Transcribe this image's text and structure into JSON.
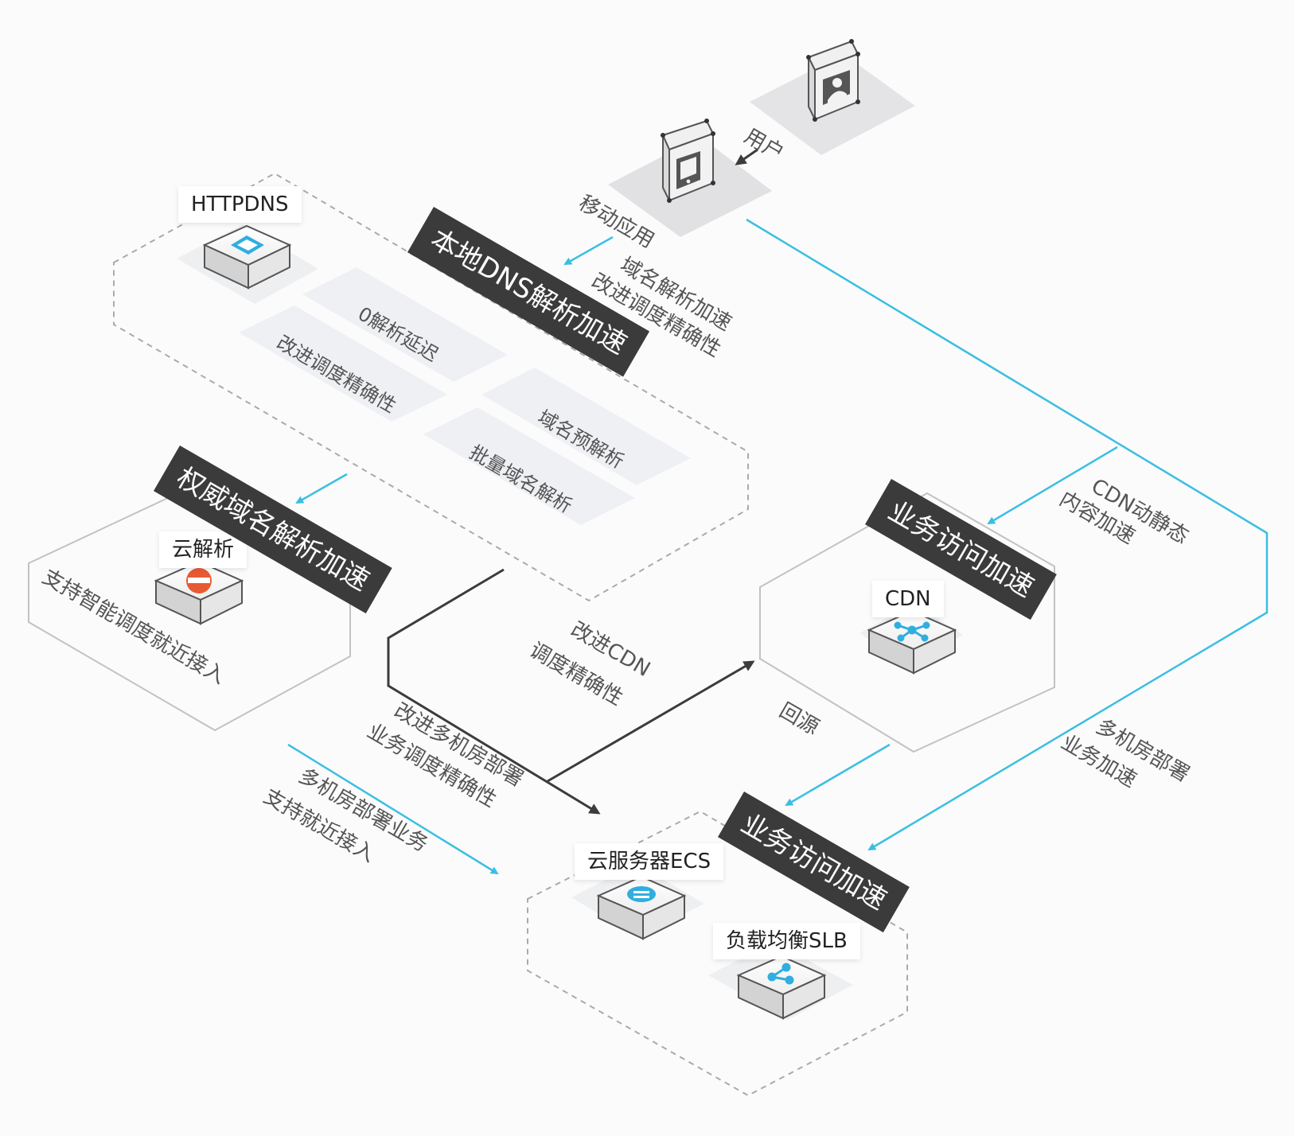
{
  "nodes": {
    "user": "用户",
    "mobile_app": "移动应用",
    "httpdns": "HTTPDNS",
    "cloud_dns": "云解析",
    "cdn": "CDN",
    "ecs": "云服务器ECS",
    "slb": "负载均衡SLB"
  },
  "banners": {
    "local_dns": "本地DNS解析加速",
    "authoritative_dns": "权威域名解析加速",
    "biz_access_cdn": "业务访问加速",
    "biz_access_ecs": "业务访问加速"
  },
  "features": {
    "zero_latency": "0解析延迟",
    "improve_precision": "改进调度精确性",
    "pre_resolve": "域名预解析",
    "batch_resolve": "批量域名解析"
  },
  "labels": {
    "domain_accel_l1": "域名解析加速",
    "domain_accel_l2": "改进调度精确性",
    "smart_dispatch": "支持智能调度就近接入",
    "cdn_dynamic_l1": "CDN动静态",
    "cdn_dynamic_l2": "内容加速",
    "improve_cdn_l1": "改进CDN",
    "improve_cdn_l2": "调度精确性",
    "multi_dc_l1": "改进多机房部署",
    "multi_dc_l2": "业务调度精确性",
    "nearby_l1": "多机房部署业务",
    "nearby_l2": "支持就近接入",
    "origin": "回源",
    "multi_room_l1": "多机房部署",
    "multi_room_l2": "业务加速"
  },
  "colors": {
    "accent_cyan": "#3bbfe0",
    "dark_arrow": "#3c3c3c",
    "banner_bg": "#3b3b3b",
    "cloud_dns_orange": "#e85a32"
  }
}
